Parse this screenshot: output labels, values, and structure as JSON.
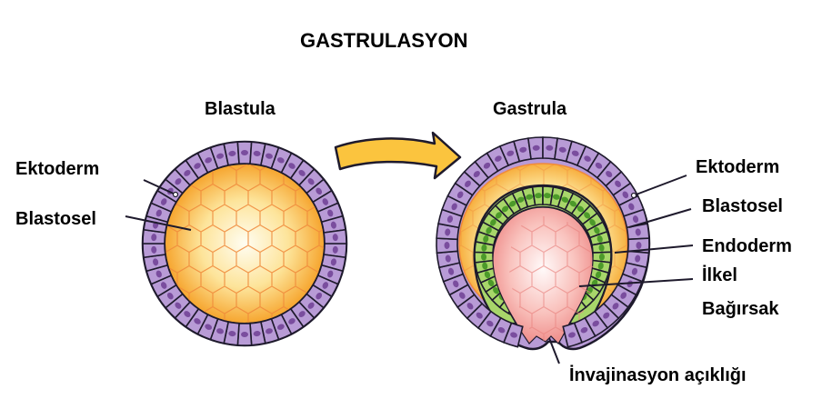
{
  "title": "GASTRULASYON",
  "blastula": {
    "heading": "Blastula",
    "labels": {
      "ectoderm": "Ektoderm",
      "blastocoel": "Blastosel"
    }
  },
  "gastrula": {
    "heading": "Gastrula",
    "labels": {
      "ectoderm": "Ektoderm",
      "blastocoel": "Blastosel",
      "endoderm": "Endoderm",
      "archenteron_line1": "İlkel",
      "archenteron_line2": "Bağırsak",
      "blastopore": "İnvajinasyon açıklığı"
    }
  },
  "colors": {
    "ectoderm_cell": "#b89bd6",
    "ectoderm_nucleus": "#7a4d9e",
    "blastocoel_outer": "#f7a933",
    "blastocoel_center": "#fffbe8",
    "endoderm_cell": "#a8d66a",
    "endoderm_nucleus": "#4c9a2a",
    "archenteron_outer": "#f5a3a0",
    "archenteron_center": "#fff4f2",
    "arrow_fill": "#fbc43e",
    "outline": "#1e1a2c"
  }
}
